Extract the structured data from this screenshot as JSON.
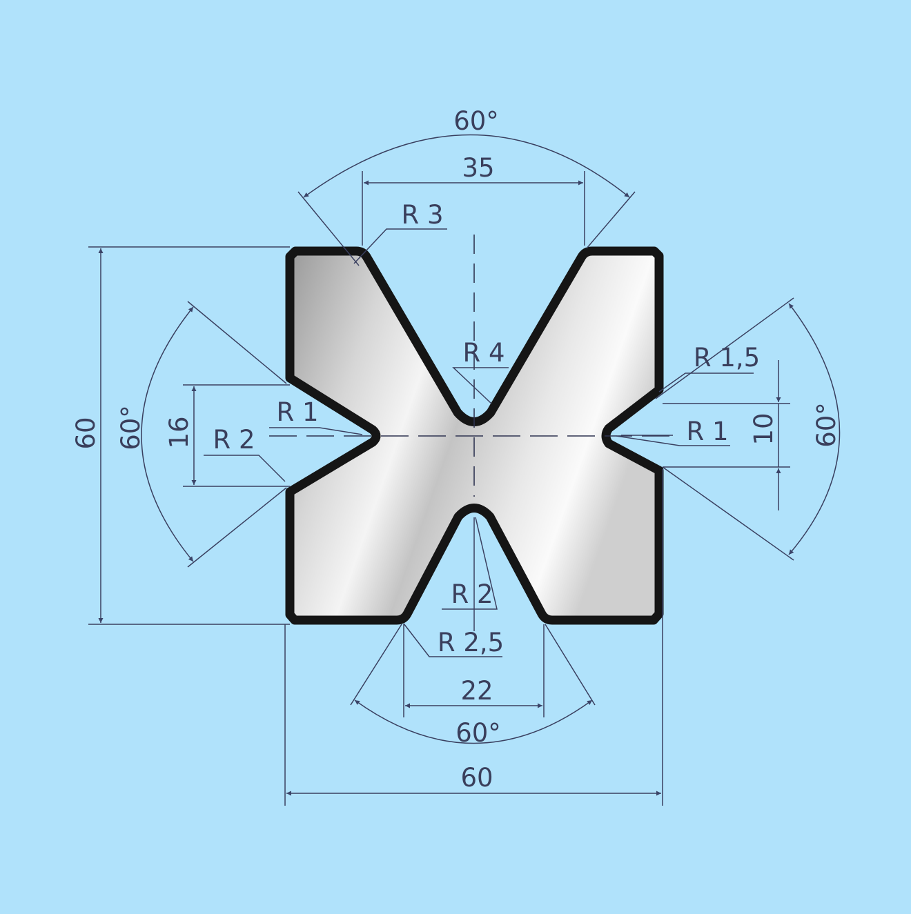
{
  "colors": {
    "background": "#b0e2fb",
    "outline": "#151515",
    "dimension": "#3a4060",
    "arrow": "#3b4468"
  },
  "drawing": {
    "subject": "multi-V die cross-section",
    "overall": {
      "width_label": "60",
      "height_label": "60"
    },
    "top_v": {
      "opening_label": "35",
      "angle_label": "60°",
      "bottom_radius_label": "R 4",
      "edge_radius_label": "R 3"
    },
    "bottom_v": {
      "opening_label": "22",
      "angle_label": "60°",
      "bottom_radius_label": "R 2",
      "edge_radius_label": "R 2,5"
    },
    "left_v": {
      "opening_label": "16",
      "angle_label": "60°",
      "bottom_radius_label": "R 1",
      "edge_radius_label": "R 2"
    },
    "right_v": {
      "opening_label": "10",
      "angle_label": "60°",
      "bottom_radius_label": "R 1",
      "edge_radius_label": "R 1,5"
    }
  }
}
